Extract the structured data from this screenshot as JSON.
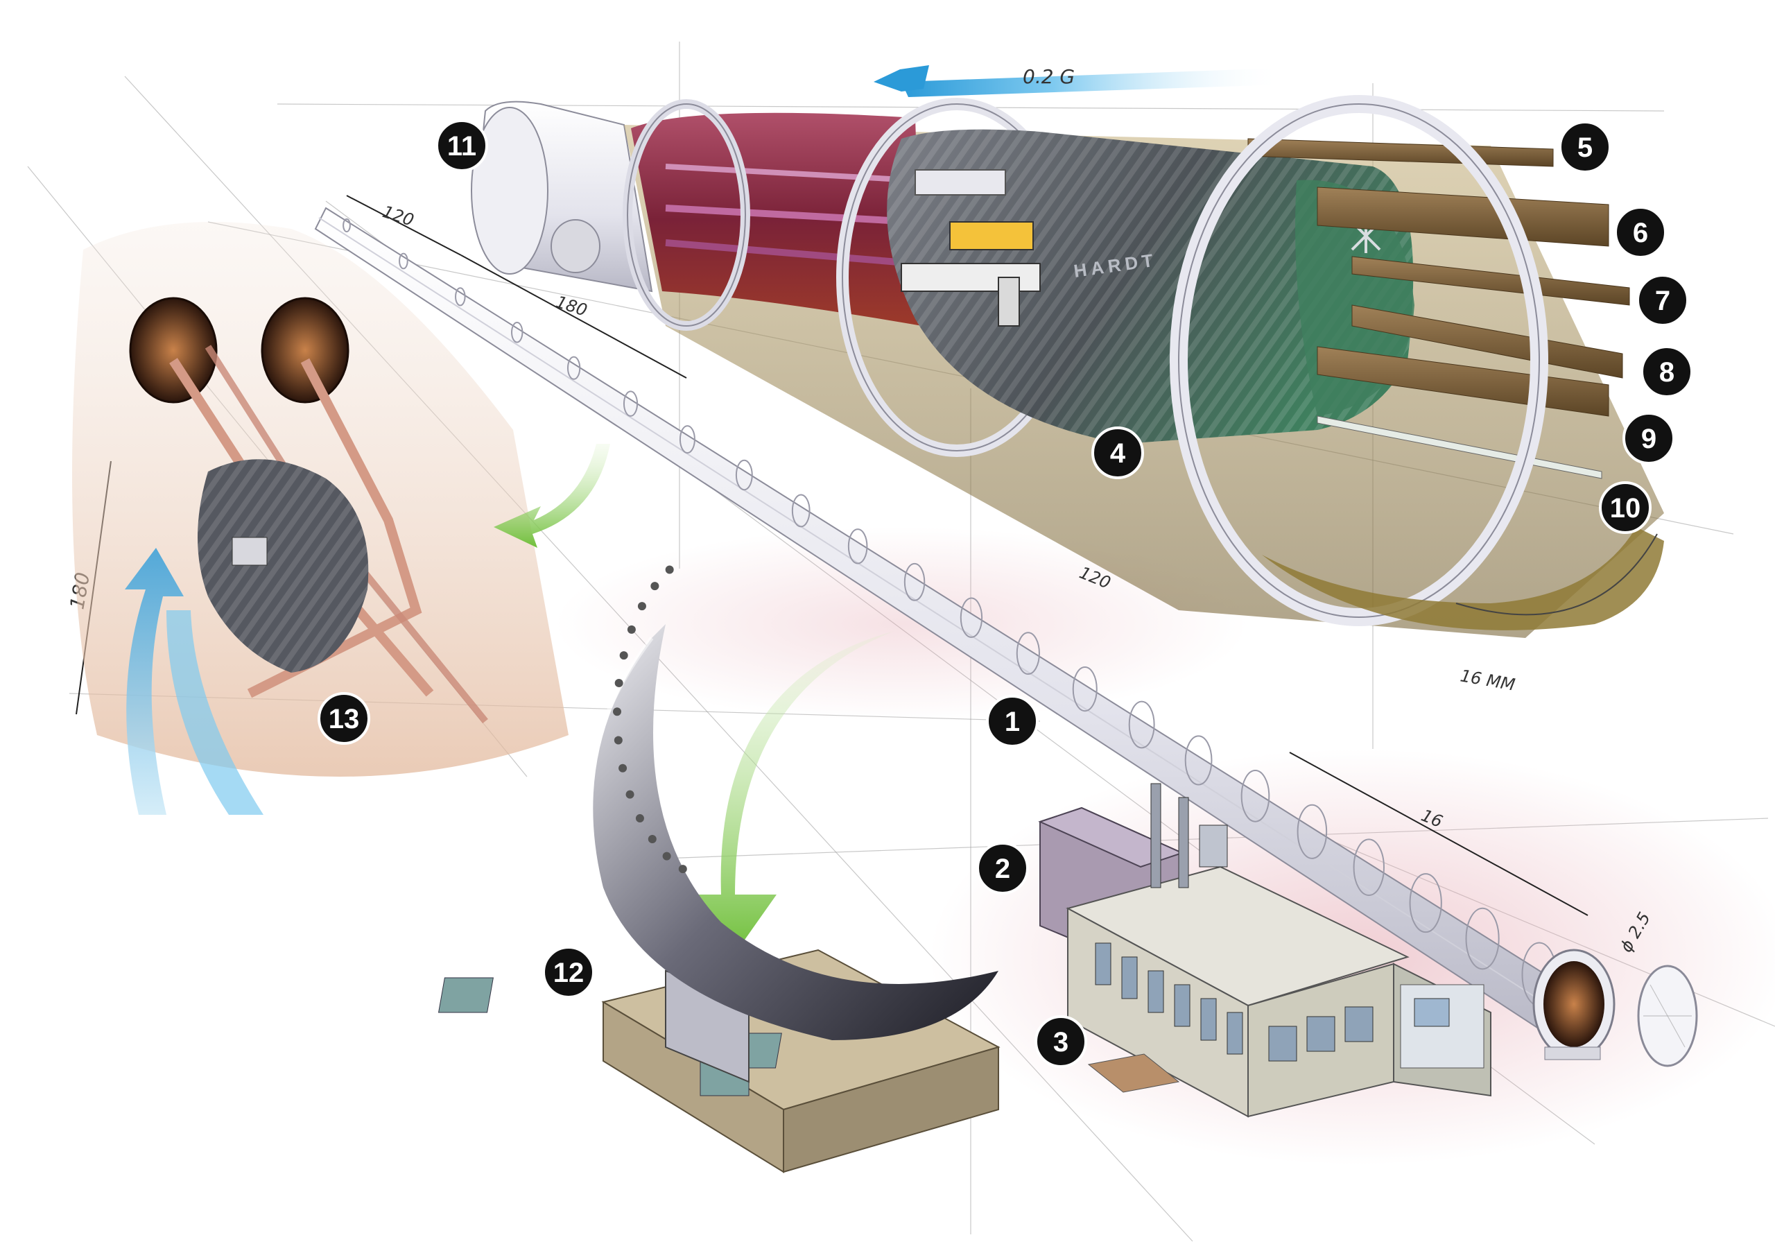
{
  "gravity_label": "0.2 G",
  "dimensions": {
    "d_120_top": "120",
    "d_180": "180",
    "d_120_mid": "120",
    "d_16": "16",
    "d_phi": "ϕ 2.5",
    "d_16mm": "16 MM",
    "d_180_left": "180"
  },
  "pod_brand": "HARDT",
  "callouts": [
    "1",
    "2",
    "3",
    "4",
    "5",
    "6",
    "7",
    "8",
    "9",
    "10",
    "11",
    "12",
    "13"
  ],
  "colors": {
    "blue_arrow": "#4fb3e6",
    "green_arrow": "#7cc242",
    "tube_maroon": "#7a2238",
    "pod_green": "#4f7f5c",
    "rail_brown": "#8a6a3e"
  }
}
